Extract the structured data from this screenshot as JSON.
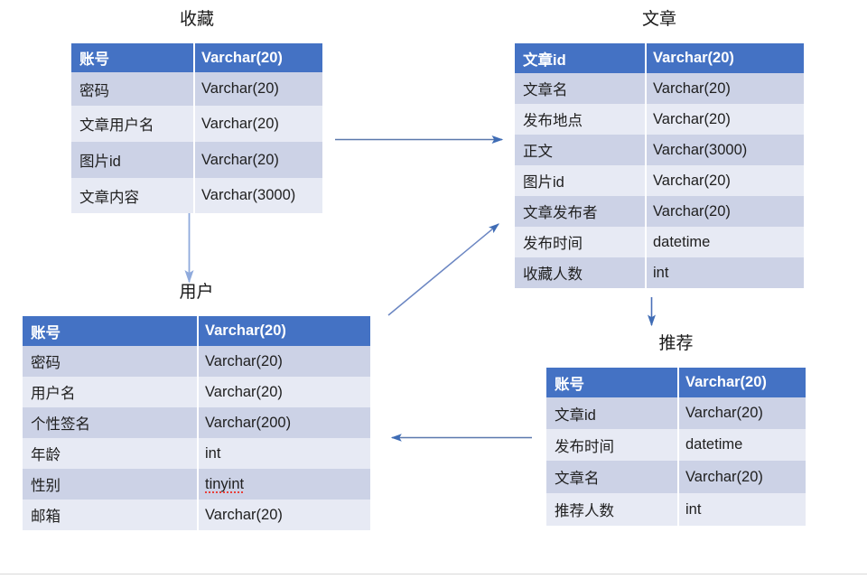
{
  "diagram": {
    "title": "Database ER table diagram",
    "colors": {
      "header_blue": "#4472c4",
      "row_dark": "#ccd2e6",
      "row_light": "#e7eaf4",
      "arrow_dark": "#3f6cb5",
      "arrow_light": "#8faadc",
      "text": "#202020"
    },
    "tables": [
      {
        "id": "favorites",
        "title": "收藏",
        "header": {
          "name": "账号",
          "type": "Varchar(20)"
        },
        "rows": [
          {
            "name": "密码",
            "type": "Varchar(20)"
          },
          {
            "name": "文章用户名",
            "type": "Varchar(20)"
          },
          {
            "name": "图片id",
            "type": "Varchar(20)"
          },
          {
            "name": "文章内容",
            "type": "Varchar(3000)"
          }
        ]
      },
      {
        "id": "article",
        "title": "文章",
        "header": {
          "name": "文章id",
          "type": "Varchar(20)"
        },
        "rows": [
          {
            "name": "文章名",
            "type": "Varchar(20)"
          },
          {
            "name": "发布地点",
            "type": "Varchar(20)"
          },
          {
            "name": "正文",
            "type": "Varchar(3000)"
          },
          {
            "name": "图片id",
            "type": "Varchar(20)"
          },
          {
            "name": "文章发布者",
            "type": "Varchar(20)"
          },
          {
            "name": "发布时间",
            "type": "datetime"
          },
          {
            "name": "收藏人数",
            "type": "int"
          }
        ]
      },
      {
        "id": "user",
        "title": "用户",
        "header": {
          "name": "账号",
          "type": "Varchar(20)"
        },
        "rows": [
          {
            "name": "密码",
            "type": "Varchar(20)"
          },
          {
            "name": "用户名",
            "type": "Varchar(20)"
          },
          {
            "name": "个性签名",
            "type": "Varchar(200)"
          },
          {
            "name": "年龄",
            "type": "int"
          },
          {
            "name": "性别",
            "type": "tinyint",
            "misspelled": true
          },
          {
            "name": "邮箱",
            "type": "Varchar(20)"
          }
        ]
      },
      {
        "id": "recommend",
        "title": "推荐",
        "header": {
          "name": "账号",
          "type": "Varchar(20)"
        },
        "rows": [
          {
            "name": "文章id",
            "type": "Varchar(20)"
          },
          {
            "name": "发布时间",
            "type": "datetime"
          },
          {
            "name": "文章名",
            "type": "Varchar(20)"
          },
          {
            "name": "推荐人数",
            "type": "int"
          }
        ]
      }
    ],
    "connectors": [
      {
        "id": "favorites-to-article",
        "from": "favorites",
        "to": "article",
        "direction": "right"
      },
      {
        "id": "favorites-to-user",
        "from": "favorites",
        "to": "user",
        "direction": "down"
      },
      {
        "id": "user-to-article",
        "from": "user",
        "to": "article",
        "direction": "up-right"
      },
      {
        "id": "article-to-recommend",
        "from": "article",
        "to": "recommend",
        "direction": "down"
      },
      {
        "id": "recommend-to-user",
        "from": "recommend",
        "to": "user",
        "direction": "left"
      }
    ]
  }
}
